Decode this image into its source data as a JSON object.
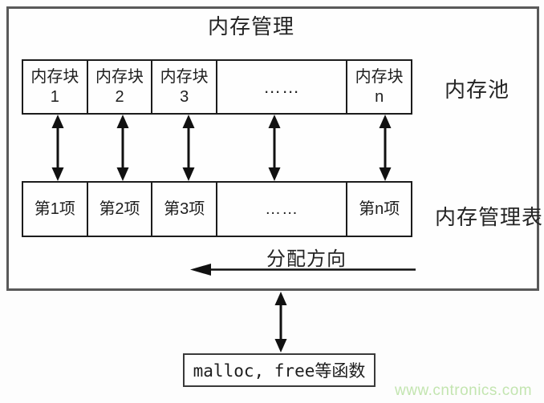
{
  "title": "内存管理",
  "pool": {
    "label": "内存池",
    "cells": [
      {
        "l1": "内存块",
        "l2": "1"
      },
      {
        "l1": "内存块",
        "l2": "2"
      },
      {
        "l1": "内存块",
        "l2": "3"
      },
      {
        "l1": "……",
        "l2": ""
      },
      {
        "l1": "内存块",
        "l2": "n"
      }
    ]
  },
  "mgmt_table": {
    "label": "内存管理表",
    "cells": [
      "第1项",
      "第2项",
      "第3项",
      "……",
      "第n项"
    ]
  },
  "allocation": {
    "label": "分配方向"
  },
  "function_box": {
    "label": "malloc, free等函数"
  },
  "watermark": "www.cntronics.com",
  "colors": {
    "outer_border": "#595959",
    "inner_border": "#1c1c1c",
    "arrow": "#111111",
    "watermark_green": "#c3e5b0",
    "background": "#fdfdfd"
  }
}
